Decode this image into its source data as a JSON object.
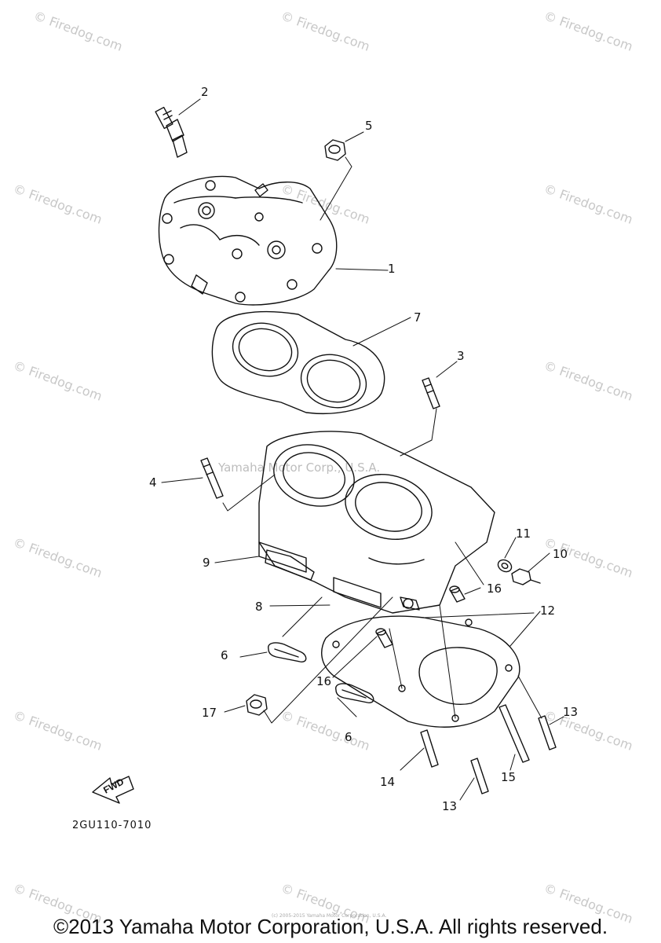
{
  "watermark": "© Firedog.com",
  "center_watermark": "Yamaha Motor Corp., U.S.A.",
  "callouts": {
    "c1": "1",
    "c2": "2",
    "c3": "3",
    "c4": "4",
    "c5": "5",
    "c6a": "6",
    "c6b": "6",
    "c7": "7",
    "c8": "8",
    "c9": "9",
    "c10": "10",
    "c11": "11",
    "c12": "12",
    "c13a": "13",
    "c13b": "13",
    "c14": "14",
    "c15": "15",
    "c16a": "16",
    "c16b": "16",
    "c17": "17"
  },
  "diagram_code": "2GU110-7010",
  "fwd_label": "FWD",
  "tiny_text": "(c) 2005-2015 Yamaha Motor Corporation, U.S.A.",
  "copyright": "©2013 Yamaha Motor Corporation, U.S.A. All rights reserved."
}
